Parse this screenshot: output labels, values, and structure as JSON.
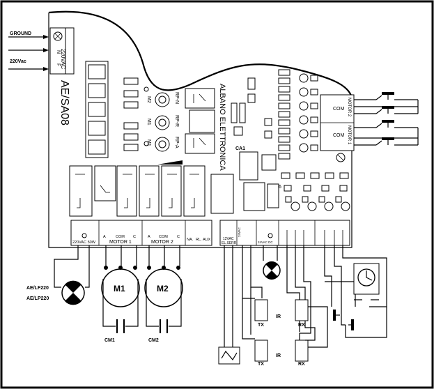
{
  "labels": {
    "ground": "GROUND",
    "mains": "220Vac",
    "mains_terminal": "220VAC",
    "term_n": "N",
    "term_f": "F",
    "model": "AE/SA08",
    "maker": "ALBANO ELETTRONICA",
    "ca1": "CA1",
    "m1": "M1",
    "m2": "M2",
    "rp_n": "RP-N",
    "rp_r": "RP-R",
    "rp_a": "RP-A",
    "lamp_terminal": "220VAC 50W",
    "motor1": "MOTOR 1",
    "motor2": "MOTOR 2",
    "term_a": "A",
    "term_com": "COM",
    "term_c": "C",
    "aux_na": "NA.",
    "aux_rl": "RL.",
    "aux_aux": "AUX",
    "serr_top": "12VAC",
    "serr_bottom": "EL.SERR",
    "vac24": "24VAC",
    "vac24dc": "24VAC DC",
    "motor_big_1": "M1",
    "motor_big_2": "M2",
    "lamp_model_1": "AE/LF220",
    "lamp_model_2": "AE/LP220",
    "cap1": "CM1",
    "cap2": "CM2",
    "tx": "TX",
    "rx": "RX",
    "ir": "IR",
    "motor_side_1": "MOTOR 1",
    "motor_side_2": "MOTOR 2",
    "com": "COM",
    "num6": "6"
  }
}
